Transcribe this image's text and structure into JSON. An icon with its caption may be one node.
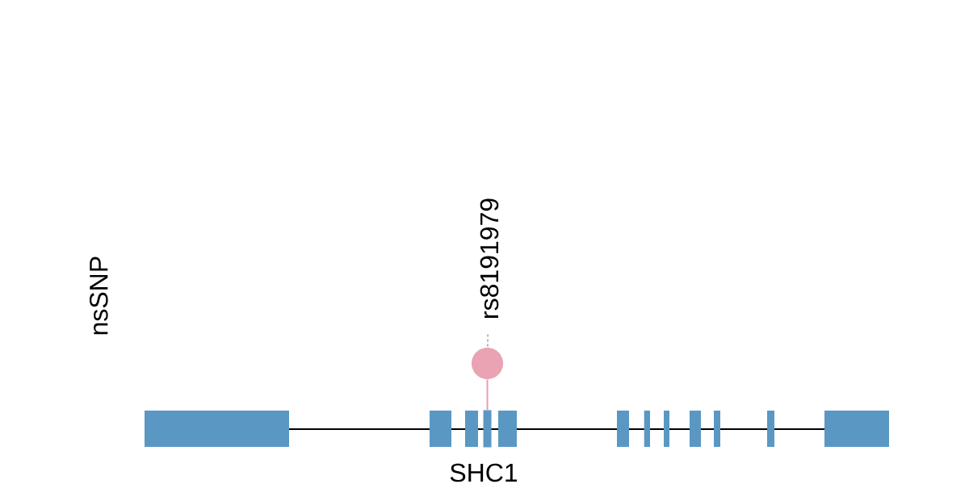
{
  "diagram": {
    "nodes": [
      {
        "text": [
          "rs8191979"
        ]
      },
      {
        "text": [],
        "shape": "circle"
      },
      {
        "text": [],
        "shape": "box"
      }
    ],
    "edges": [
      {
        "from": 0,
        "to": 1,
        "arrow": "none",
        "style": "dashed",
        "color": "#b4b4b4"
      },
      {
        "from": 1,
        "to": 2,
        "arrow": "none",
        "color": "#e89fb4"
      }
    ],
    "labels": [
      "nsSNP",
      "SHC1"
    ]
  }
}
